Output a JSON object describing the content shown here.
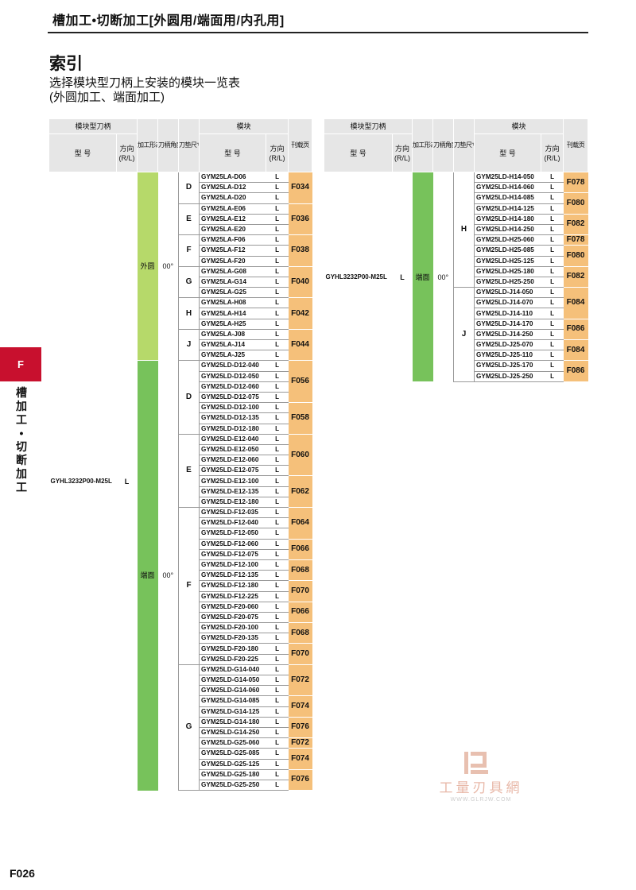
{
  "header": {
    "title": "槽加工•切断加工[外圆用/端面用/内孔用]"
  },
  "section": {
    "title": "索引",
    "subtitle_line1": "选择模块型刀柄上安装的模块一览表",
    "subtitle_line2": "(外圆加工、端面加工)"
  },
  "side_tab": {
    "letter": "F",
    "text": "槽加工•切断加工"
  },
  "page_number": "F026",
  "columns": {
    "holder_group": "模块型刀柄",
    "module_group": "模块",
    "model": "型 号",
    "direction": "方向",
    "direction_sub": "(R/L)",
    "form": "加工形态",
    "angle": "刀柄角度",
    "size": "刀垫尺寸",
    "page": "刊载页"
  },
  "watermark": {
    "text": "工量刃具網",
    "url": "WWW.GLRJW.COM"
  },
  "left": {
    "holder": "GYHL3232P00-M25L",
    "holder_dir": "L",
    "forms": [
      {
        "name": "外圆",
        "angle": "00°"
      },
      {
        "name": "端面",
        "angle": "00°"
      }
    ],
    "sizes": [
      "D",
      "E",
      "F",
      "G",
      "H",
      "J",
      "D",
      "E",
      "F",
      "G"
    ],
    "pages": [
      "F034",
      "F036",
      "F038",
      "F040",
      "F042",
      "F044",
      "F056",
      "F058",
      "F060",
      "F062",
      "F064",
      "F066",
      "F068",
      "F070",
      "F066",
      "F068",
      "F070",
      "F072",
      "F074",
      "F076",
      "F072",
      "F074",
      "F076"
    ],
    "rows": [
      {
        "m": "GYM25LA-D06",
        "d": "L"
      },
      {
        "m": "GYM25LA-D12",
        "d": "L"
      },
      {
        "m": "GYM25LA-D20",
        "d": "L"
      },
      {
        "m": "GYM25LA-E06",
        "d": "L"
      },
      {
        "m": "GYM25LA-E12",
        "d": "L"
      },
      {
        "m": "GYM25LA-E20",
        "d": "L"
      },
      {
        "m": "GYM25LA-F06",
        "d": "L"
      },
      {
        "m": "GYM25LA-F12",
        "d": "L"
      },
      {
        "m": "GYM25LA-F20",
        "d": "L"
      },
      {
        "m": "GYM25LA-G08",
        "d": "L"
      },
      {
        "m": "GYM25LA-G14",
        "d": "L"
      },
      {
        "m": "GYM25LA-G25",
        "d": "L"
      },
      {
        "m": "GYM25LA-H08",
        "d": "L"
      },
      {
        "m": "GYM25LA-H14",
        "d": "L"
      },
      {
        "m": "GYM25LA-H25",
        "d": "L"
      },
      {
        "m": "GYM25LA-J08",
        "d": "L"
      },
      {
        "m": "GYM25LA-J14",
        "d": "L"
      },
      {
        "m": "GYM25LA-J25",
        "d": "L"
      },
      {
        "m": "GYM25LD-D12-040",
        "d": "L"
      },
      {
        "m": "GYM25LD-D12-050",
        "d": "L"
      },
      {
        "m": "GYM25LD-D12-060",
        "d": "L"
      },
      {
        "m": "GYM25LD-D12-075",
        "d": "L"
      },
      {
        "m": "GYM25LD-D12-100",
        "d": "L"
      },
      {
        "m": "GYM25LD-D12-135",
        "d": "L"
      },
      {
        "m": "GYM25LD-D12-180",
        "d": "L"
      },
      {
        "m": "GYM25LD-E12-040",
        "d": "L"
      },
      {
        "m": "GYM25LD-E12-050",
        "d": "L"
      },
      {
        "m": "GYM25LD-E12-060",
        "d": "L"
      },
      {
        "m": "GYM25LD-E12-075",
        "d": "L"
      },
      {
        "m": "GYM25LD-E12-100",
        "d": "L"
      },
      {
        "m": "GYM25LD-E12-135",
        "d": "L"
      },
      {
        "m": "GYM25LD-E12-180",
        "d": "L"
      },
      {
        "m": "GYM25LD-F12-035",
        "d": "L"
      },
      {
        "m": "GYM25LD-F12-040",
        "d": "L"
      },
      {
        "m": "GYM25LD-F12-050",
        "d": "L"
      },
      {
        "m": "GYM25LD-F12-060",
        "d": "L"
      },
      {
        "m": "GYM25LD-F12-075",
        "d": "L"
      },
      {
        "m": "GYM25LD-F12-100",
        "d": "L"
      },
      {
        "m": "GYM25LD-F12-135",
        "d": "L"
      },
      {
        "m": "GYM25LD-F12-180",
        "d": "L"
      },
      {
        "m": "GYM25LD-F12-225",
        "d": "L"
      },
      {
        "m": "GYM25LD-F20-060",
        "d": "L"
      },
      {
        "m": "GYM25LD-F20-075",
        "d": "L"
      },
      {
        "m": "GYM25LD-F20-100",
        "d": "L"
      },
      {
        "m": "GYM25LD-F20-135",
        "d": "L"
      },
      {
        "m": "GYM25LD-F20-180",
        "d": "L"
      },
      {
        "m": "GYM25LD-F20-225",
        "d": "L"
      },
      {
        "m": "GYM25LD-G14-040",
        "d": "L"
      },
      {
        "m": "GYM25LD-G14-050",
        "d": "L"
      },
      {
        "m": "GYM25LD-G14-060",
        "d": "L"
      },
      {
        "m": "GYM25LD-G14-085",
        "d": "L"
      },
      {
        "m": "GYM25LD-G14-125",
        "d": "L"
      },
      {
        "m": "GYM25LD-G14-180",
        "d": "L"
      },
      {
        "m": "GYM25LD-G14-250",
        "d": "L"
      },
      {
        "m": "GYM25LD-G25-060",
        "d": "L"
      },
      {
        "m": "GYM25LD-G25-085",
        "d": "L"
      },
      {
        "m": "GYM25LD-G25-125",
        "d": "L"
      },
      {
        "m": "GYM25LD-G25-180",
        "d": "L"
      },
      {
        "m": "GYM25LD-G25-250",
        "d": "L"
      }
    ]
  },
  "right": {
    "holder": "GYHL3232P00-M25L",
    "holder_dir": "L",
    "forms": [
      {
        "name": "端面",
        "angle": "00°"
      }
    ],
    "sizes": [
      "H",
      "J"
    ],
    "pages": [
      "F078",
      "F080",
      "F082",
      "F078",
      "F080",
      "F082",
      "F084",
      "F086",
      "F084",
      "F086"
    ],
    "rows": [
      {
        "m": "GYM25LD-H14-050",
        "d": "L"
      },
      {
        "m": "GYM25LD-H14-060",
        "d": "L"
      },
      {
        "m": "GYM25LD-H14-085",
        "d": "L"
      },
      {
        "m": "GYM25LD-H14-125",
        "d": "L"
      },
      {
        "m": "GYM25LD-H14-180",
        "d": "L"
      },
      {
        "m": "GYM25LD-H14-250",
        "d": "L"
      },
      {
        "m": "GYM25LD-H25-060",
        "d": "L"
      },
      {
        "m": "GYM25LD-H25-085",
        "d": "L"
      },
      {
        "m": "GYM25LD-H25-125",
        "d": "L"
      },
      {
        "m": "GYM25LD-H25-180",
        "d": "L"
      },
      {
        "m": "GYM25LD-H25-250",
        "d": "L"
      },
      {
        "m": "GYM25LD-J14-050",
        "d": "L"
      },
      {
        "m": "GYM25LD-J14-070",
        "d": "L"
      },
      {
        "m": "GYM25LD-J14-110",
        "d": "L"
      },
      {
        "m": "GYM25LD-J14-170",
        "d": "L"
      },
      {
        "m": "GYM25LD-J14-250",
        "d": "L"
      },
      {
        "m": "GYM25LD-J25-070",
        "d": "L"
      },
      {
        "m": "GYM25LD-J25-110",
        "d": "L"
      },
      {
        "m": "GYM25LD-J25-170",
        "d": "L"
      },
      {
        "m": "GYM25LD-J25-250",
        "d": "L"
      }
    ]
  }
}
